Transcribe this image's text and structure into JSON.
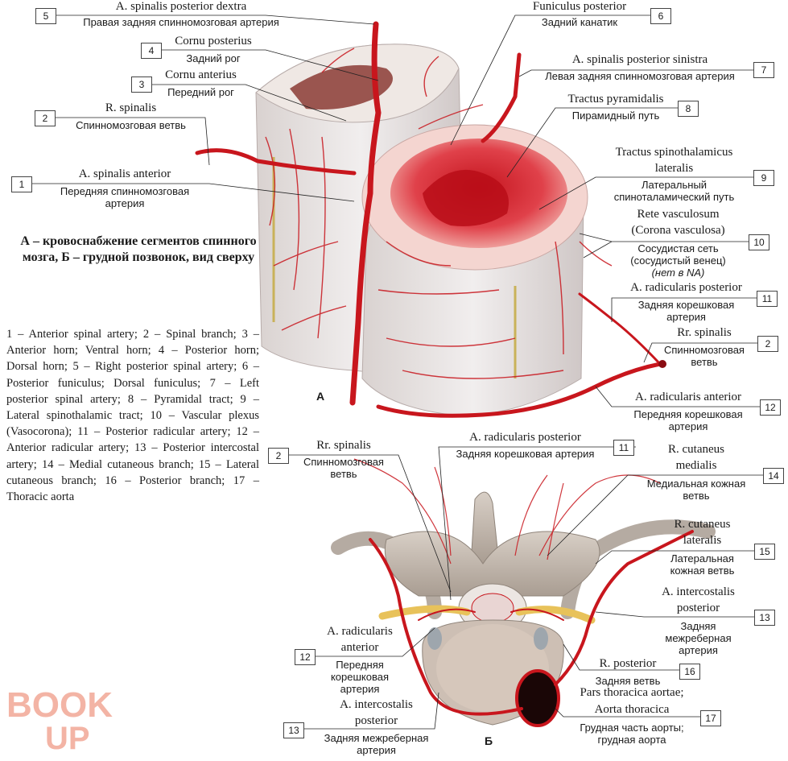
{
  "caption": "А – кровоснабжение сегментов спинного мозга, Б – грудной позвонок, вид сверху",
  "legend_text": "1 – Anterior spinal artery; 2 – Spinal branch; 3 – Anterior horn; Ventral horn; 4 – Posterior horn; Dorsal horn; 5 – Right posterior spinal artery; 6 – Posterior funiculus; Dorsal funiculus; 7 – Left posterior spinal artery; 8 – Pyramidal tract; 9 – Lateral spinothalamic tract; 10 – Vascular plexus (Vasocorona); 11 – Posterior radicular artery; 12 – Anterior radicular artery; 13 – Posterior intercostal artery; 14 – Medial cutaneous branch; 15 – Lateral cutaneous branch; 16 – Posterior branch; 17 – Thoracic aorta",
  "figure_letters": {
    "a": "А",
    "b": "Б"
  },
  "logo": {
    "line1": "BOOK",
    "line2": "UP"
  },
  "colors": {
    "artery": "#c8161d",
    "cord_red": "#d6303a",
    "white_matter": "#ece6e2",
    "bone": "#c9bfb6"
  },
  "labels": {
    "l5": {
      "num": "5",
      "latin": "A. spinalis posterior dextra",
      "ru": "Правая задняя спинномозговая артерия"
    },
    "l4": {
      "num": "4",
      "latin": "Cornu posterius",
      "ru": "Задний рог"
    },
    "l3": {
      "num": "3",
      "latin": "Cornu anterius",
      "ru": "Передний рог"
    },
    "l2a": {
      "num": "2",
      "latin": "R. spinalis",
      "ru": "Спинномозговая ветвь"
    },
    "l1": {
      "num": "1",
      "latin": "A. spinalis anterior",
      "ru1": "Передняя спинномозговая",
      "ru2": "артерия"
    },
    "l6": {
      "num": "6",
      "latin": "Funiculus posterior",
      "ru": "Задний канатик"
    },
    "l7": {
      "num": "7",
      "latin": "A. spinalis posterior sinistra",
      "ru": "Левая задняя спинномозговая артерия"
    },
    "l8": {
      "num": "8",
      "latin": "Tractus pyramidalis",
      "ru": "Пирамидный путь"
    },
    "l9": {
      "num": "9",
      "latin1": "Tractus spinothalamicus",
      "latin2": "lateralis",
      "ru1": "Латеральный",
      "ru2": "спиноталамический путь"
    },
    "l10": {
      "num": "10",
      "latin1": "Rete vasculosum",
      "latin2": "(Corona vasculosa)",
      "ru1": "Сосудистая сеть",
      "ru2": "(сосудистый венец)",
      "ru3": "(нет в NA)"
    },
    "l11a": {
      "num": "11",
      "latin": "A. radicularis posterior",
      "ru1": "Задняя корешковая",
      "ru2": "артерия"
    },
    "l2b": {
      "num": "2",
      "latin": "Rr. spinalis",
      "ru1": "Спинномозговая",
      "ru2": "ветвь"
    },
    "l12a": {
      "num": "12",
      "latin": "A. radicularis anterior",
      "ru1": "Передняя корешковая",
      "ru2": "артерия"
    },
    "l2c": {
      "num": "2",
      "latin": "Rr. spinalis",
      "ru1": "Спинномозговая",
      "ru2": "ветвь"
    },
    "l11b": {
      "num": "11",
      "latin": "A. radicularis posterior",
      "ru": "Задняя корешковая артерия"
    },
    "l14": {
      "num": "14",
      "latin1": "R. cutaneus",
      "latin2": "medialis",
      "ru1": "Медиальная кожная",
      "ru2": "ветвь"
    },
    "l15": {
      "num": "15",
      "latin1": "R. cutaneus",
      "latin2": "lateralis",
      "ru1": "Латеральная",
      "ru2": "кожная ветвь"
    },
    "l13a": {
      "num": "13",
      "latin1": "A. intercostalis",
      "latin2": "posterior",
      "ru1": "Задняя",
      "ru2": "межреберная",
      "ru3": "артерия"
    },
    "l12b": {
      "num": "12",
      "latin1": "A. radicularis",
      "latin2": "anterior",
      "ru1": "Передняя",
      "ru2": "корешковая",
      "ru3": "артерия"
    },
    "l16": {
      "num": "16",
      "latin": "R. posterior",
      "ru": "Задняя ветвь"
    },
    "l17": {
      "num": "17",
      "latin1": "Pars thoracica aortae;",
      "latin2": "Aorta thoracica",
      "ru1": "Грудная часть аорты;",
      "ru2": "грудная аорта"
    },
    "l13b": {
      "num": "13",
      "latin1": "A. intercostalis",
      "latin2": "posterior",
      "ru1": "Задняя межреберная",
      "ru2": "артерия"
    }
  }
}
